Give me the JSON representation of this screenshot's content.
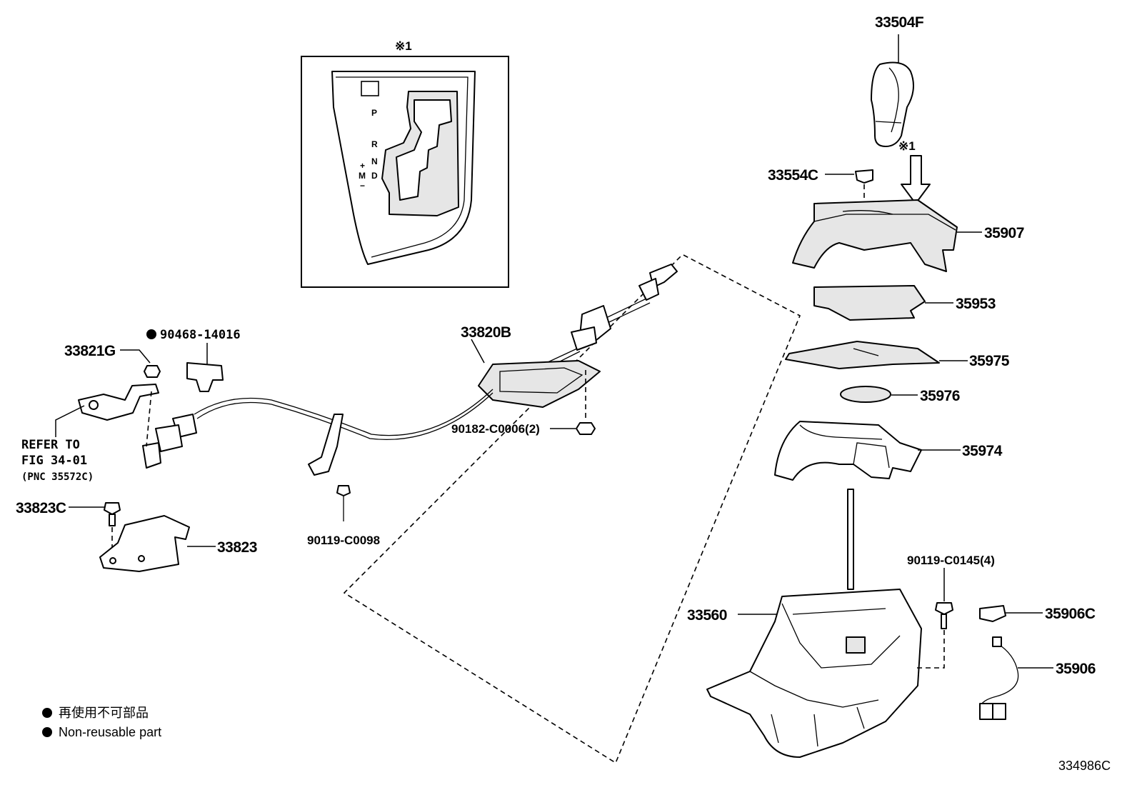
{
  "inset": {
    "marker": "※1",
    "gate_labels": [
      "P",
      "R",
      "N",
      "D",
      "M",
      "+",
      "−"
    ]
  },
  "arrow_marker": "※1",
  "parts": {
    "p33504F": "33504F",
    "p33554C": "33554C",
    "p35907": "35907",
    "p35953": "35953",
    "p35975": "35975",
    "p35976": "35976",
    "p35974": "35974",
    "p90119_C0145": "90119-C0145(4)",
    "p35906C": "35906C",
    "p33560": "33560",
    "p35906": "35906",
    "p33820B": "33820B",
    "p90182_C0006": "90182-C0006(2)",
    "p90468_14016": "90468-14016",
    "p33821G": "33821G",
    "p33823C": "33823C",
    "p33823": "33823",
    "p90119_C0098": "90119-C0098"
  },
  "refer": {
    "line1": "REFER TO",
    "line2": "FIG 34-01",
    "line3": "(PNC 35572C)"
  },
  "legend": {
    "jp": "再使用不可部品",
    "en": "Non-reusable part"
  },
  "code": "334986C"
}
